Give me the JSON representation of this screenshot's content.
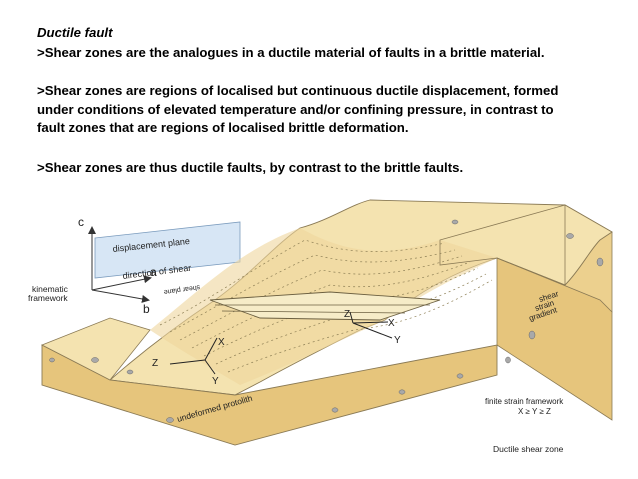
{
  "slide": {
    "title": "Ductile fault",
    "paragraphs": [
      ">Shear zones are the analogues in a ductile material of faults in a brittle material.",
      ">Shear zones are regions of localised but continuous ductile displacement, formed",
      "under conditions of elevated temperature and/or confining pressure, in contrast to",
      "fault zones that are regions of localised brittle deformation.",
      ">Shear zones are thus ductile faults, by contrast to the brittle faults."
    ]
  },
  "diagram": {
    "labels": {
      "axis_c": "c",
      "axis_a": "a",
      "axis_b": "b",
      "displacement_plane": "displacement plane",
      "direction_of_shear": "direction of shear",
      "shear_plane": "shear plane",
      "kinematic_line1": "kinematic",
      "kinematic_line2": "framework",
      "shear_strain_line1": "shear",
      "shear_strain_line2": "strain",
      "shear_strain_line3": "gradient",
      "undeformed_protolith": "undeformed protolith",
      "finite_strain_line1": "finite strain framework",
      "finite_strain_line2": "X ≥ Y ≥ Z",
      "caption": "Ductile shear zone",
      "axis_x_left": "X",
      "axis_y_left": "Y",
      "axis_z_left": "Z",
      "axis_x_right": "X",
      "axis_y_right": "Y",
      "axis_z_right": "Z"
    },
    "colors": {
      "rock_top": "#f4e3b0",
      "rock_side": "#ecd08e",
      "rock_front": "#e6c57c",
      "plane_blue": "#c9def2"
    }
  }
}
